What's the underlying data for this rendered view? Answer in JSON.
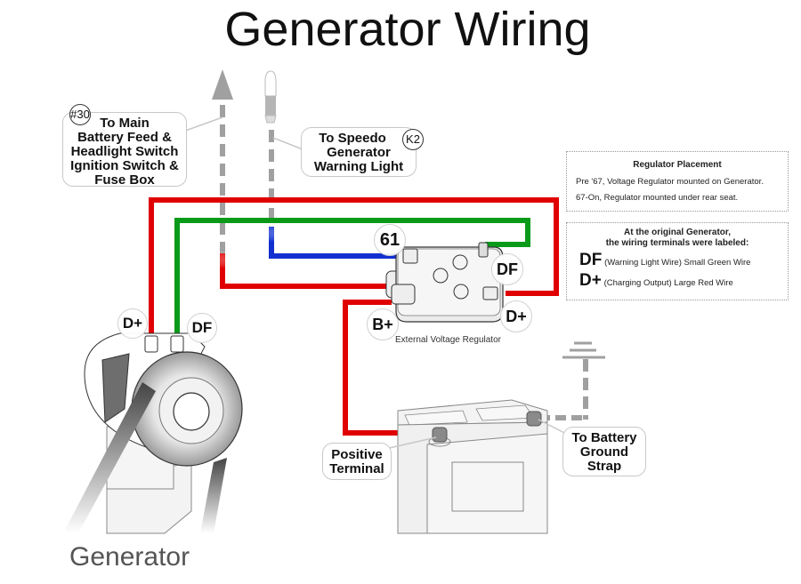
{
  "title": "Generator Wiring",
  "callouts": {
    "main_feed": {
      "badge": "#30",
      "lines": [
        "To Main",
        "Battery Feed &",
        "Headlight Switch",
        "Ignition Switch &",
        "Fuse Box"
      ]
    },
    "speedo": {
      "badge": "K2",
      "lines": [
        "To Speedo",
        "Generator",
        "Warning Light"
      ]
    },
    "positive_terminal": {
      "lines": [
        "Positive",
        "Terminal"
      ]
    },
    "ground_strap": {
      "lines": [
        "To Battery",
        "Ground",
        "Strap"
      ]
    }
  },
  "regulator": {
    "label": "External Voltage Regulator",
    "terminals": {
      "t61": "61",
      "df": "DF",
      "b_plus": "B+",
      "d_plus": "D+"
    }
  },
  "generator": {
    "label": "Generator",
    "terminals": {
      "d_plus": "D+",
      "df": "DF"
    }
  },
  "info": {
    "placement": {
      "heading": "Regulator Placement",
      "lines": [
        "Pre '67, Voltage Regulator mounted on Generator.",
        "67-On, Regulator mounted under rear seat."
      ]
    },
    "terminals": {
      "heading_lines": [
        "At the original Generator,",
        "the wiring terminals were labeled:"
      ],
      "entries": [
        {
          "code": "DF",
          "desc": "(Warning Light Wire) Small Green Wire"
        },
        {
          "code": "D+",
          "desc": "(Charging Output) Large Red Wire"
        }
      ]
    }
  },
  "colors": {
    "red_wire": "#e00000",
    "green_wire": "#0a9a1a",
    "blue_wire": "#1030d0",
    "ground_dash": "#a0a0a0"
  }
}
